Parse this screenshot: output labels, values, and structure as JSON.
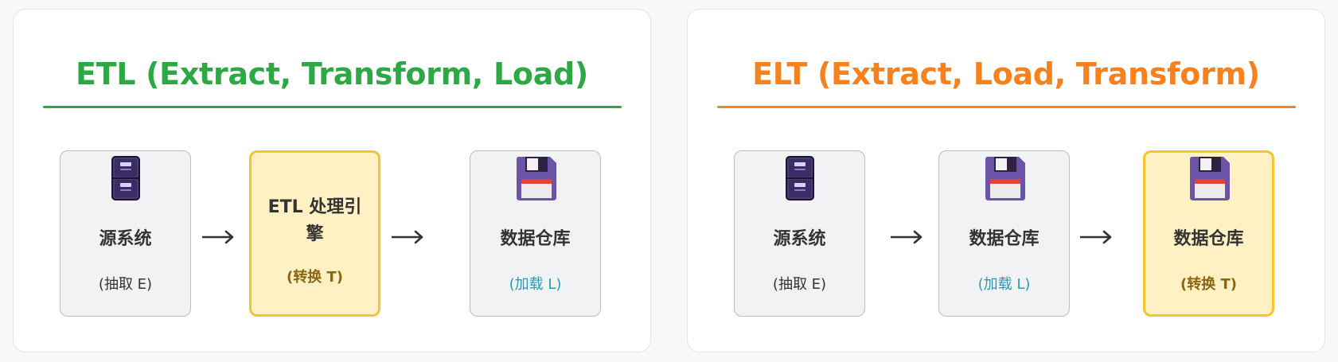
{
  "colors": {
    "etl_accent": "#2ea845",
    "elt_accent": "#f5821f"
  },
  "etl": {
    "title": "ETL (Extract, Transform, Load)",
    "steps": [
      {
        "name": "源系统",
        "sub": "(抽取 E)",
        "icon": "file-cabinet-icon"
      },
      {
        "name": "ETL 处理引擎",
        "sub": "(转换 T)",
        "highlight": true
      },
      {
        "name": "数据仓库",
        "sub": "(加载 L)",
        "icon": "floppy-disk-icon"
      }
    ]
  },
  "elt": {
    "title": "ELT (Extract, Load, Transform)",
    "steps": [
      {
        "name": "源系统",
        "sub": "(抽取 E)",
        "icon": "file-cabinet-icon"
      },
      {
        "name": "数据仓库",
        "sub": "(加载 L)",
        "icon": "floppy-disk-icon"
      },
      {
        "name": "数据仓库",
        "sub": "(转换 T)",
        "icon": "floppy-disk-icon",
        "highlight": true
      }
    ]
  },
  "arrow_symbol": "→"
}
